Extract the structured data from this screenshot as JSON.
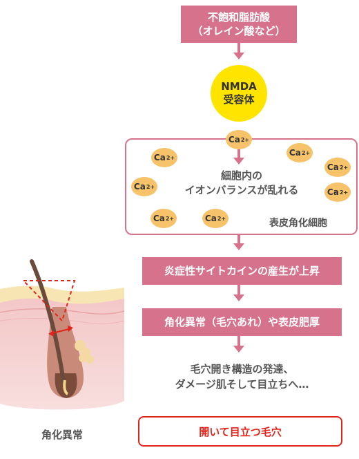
{
  "top_box": {
    "line1": "不飽和脂肪酸",
    "line2": "（オレイン酸など）"
  },
  "receptor": {
    "line1": "NMDA",
    "line2": "受容体"
  },
  "ion": {
    "symbol": "Ca",
    "charge": "2+"
  },
  "cell": {
    "text_line1": "細胞内の",
    "text_line2": "イオンバランスが乱れる",
    "label": "表皮角化細胞"
  },
  "steps": [
    "炎症性サイトカインの産生が上昇",
    "角化異常（毛穴あれ）や表皮肥厚"
  ],
  "development": {
    "line1": "毛穴開き構造の発達、",
    "line2": "ダメージ肌そして目立ちへ…"
  },
  "result": "開いて目立つ毛穴",
  "illustration_caption": "角化異常",
  "colors": {
    "pink": "#d6728c",
    "yellow": "#ffe400",
    "ion_orange": "#f6c26a",
    "red": "#e2231a"
  }
}
